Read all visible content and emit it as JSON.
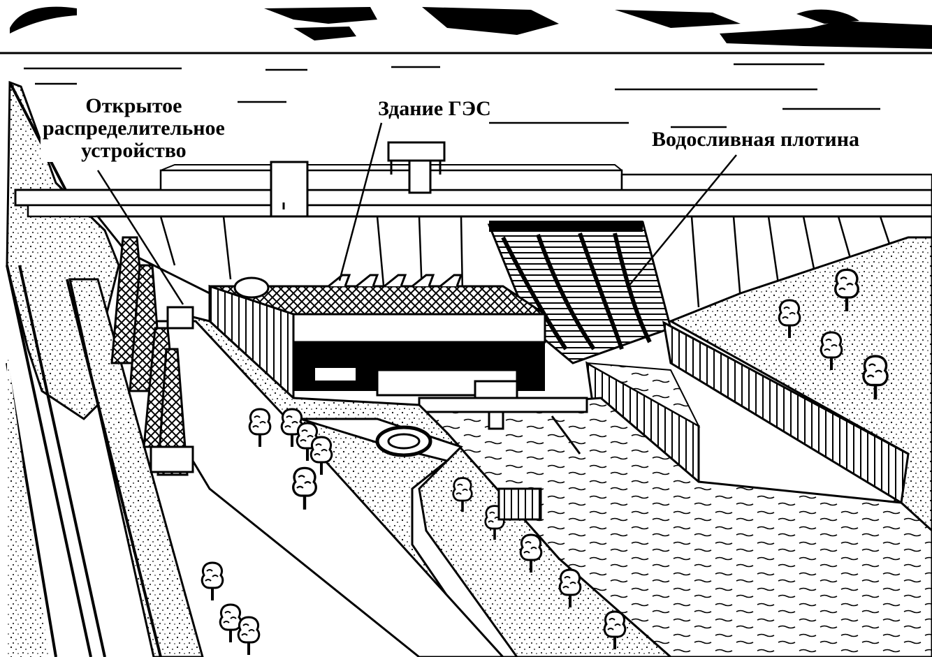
{
  "labels": {
    "switchyard": [
      "Открытое",
      "распределительное",
      "устройство"
    ],
    "powerhouse": "Здание ГЭС",
    "spillway": "Водосливная плотина"
  },
  "colors": {
    "ink": "#000000",
    "paper": "#ffffff"
  }
}
